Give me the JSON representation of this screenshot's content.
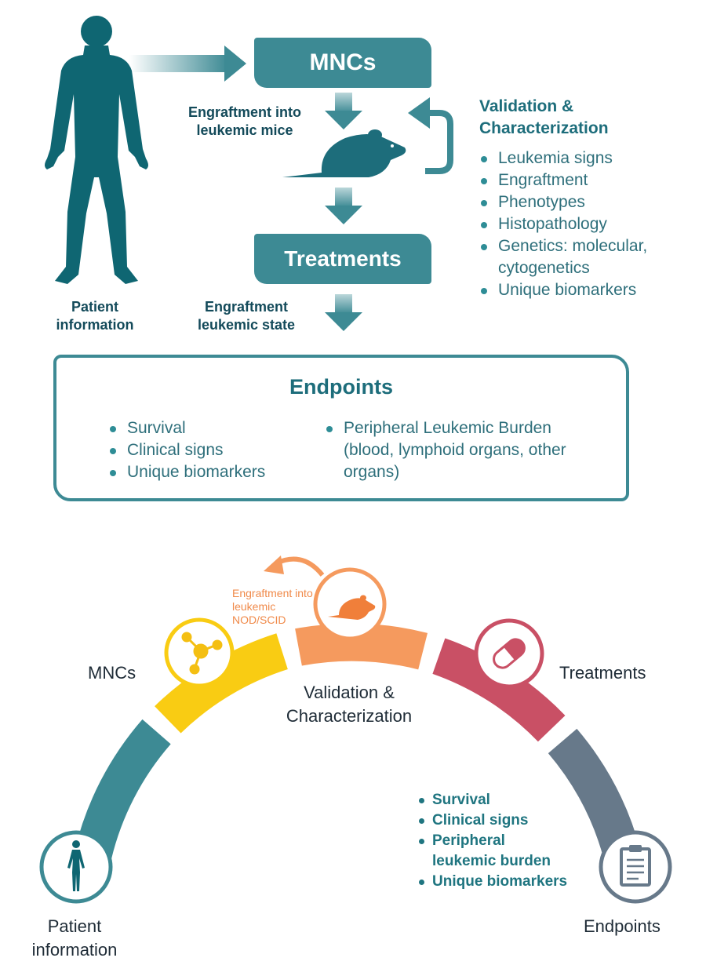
{
  "top": {
    "mncs_box": "MNCs",
    "treatments_box": "Treatments",
    "engraftment_mice": "Engraftment into leukemic mice",
    "engraftment_state": "Engraftment leukemic state",
    "patient_info": "Patient information",
    "validation_heading": "Validation & Characterization",
    "validation_items": [
      "Leukemia signs",
      "Engraftment",
      "Phenotypes",
      "Histopathology",
      "Genetics: molecular, cytogenetics",
      "Unique biomarkers"
    ],
    "endpoints_title": "Endpoints",
    "endpoints_left": [
      "Survival",
      "Clinical signs",
      "Unique biomarkers"
    ],
    "endpoints_right": [
      "Peripheral Leukemic Burden (blood, lymphoid organs, other organs)"
    ]
  },
  "bottom": {
    "mncs": "MNCs",
    "engraftment_note": "Engraftment into leukemic NOD/SCID",
    "validation": "Validation & Characterization",
    "treatments": "Treatments",
    "patient_info": "Patient information",
    "endpoints": "Endpoints",
    "endpoint_items": [
      "Survival",
      "Clinical signs",
      "Peripheral leukemic burden",
      "Unique biomarkers"
    ]
  },
  "colors": {
    "teal": "#3d8a94",
    "dark_teal": "#0f6672",
    "yellow": "#f9cc13",
    "orange": "#f59a5e",
    "red": "#c95065",
    "slate": "#67798a"
  },
  "icons": [
    "human-figure-icon",
    "mouse-icon",
    "molecule-icon",
    "pill-icon",
    "clipboard-icon"
  ]
}
